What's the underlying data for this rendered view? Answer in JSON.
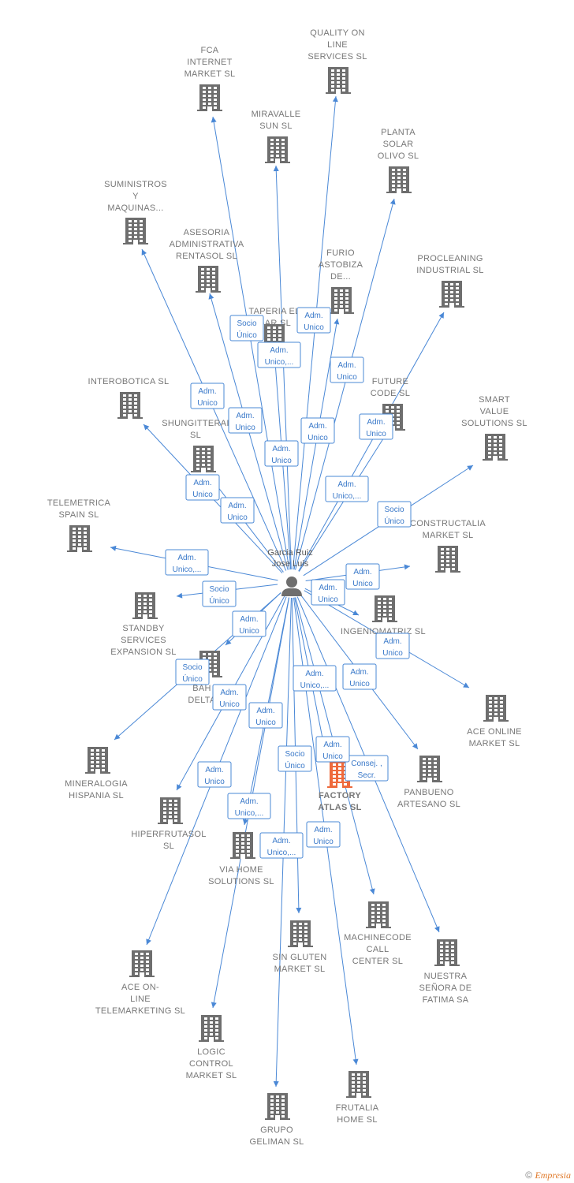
{
  "center": {
    "label_lines": [
      "Garcia Ruiz",
      "Jose Luis"
    ]
  },
  "nodes": [
    {
      "id": "fca",
      "lines": [
        "FCA",
        "INTERNET",
        "MARKET  SL"
      ]
    },
    {
      "id": "quality",
      "lines": [
        "QUALITY ON",
        "LINE",
        "SERVICES  SL"
      ]
    },
    {
      "id": "miravalle",
      "lines": [
        "MIRAVALLE",
        "SUN  SL"
      ]
    },
    {
      "id": "planta",
      "lines": [
        "PLANTA",
        "SOLAR",
        "OLIVO SL"
      ]
    },
    {
      "id": "suministros",
      "lines": [
        "SUMINISTROS",
        "Y",
        "MAQUINAS..."
      ]
    },
    {
      "id": "asesoria",
      "lines": [
        "ASESORIA",
        "ADMINISTRATIVA",
        "RENTASOL SL"
      ]
    },
    {
      "id": "furio",
      "lines": [
        "FURIO",
        "ASTOBIZA",
        "DE..."
      ]
    },
    {
      "id": "procleaning",
      "lines": [
        "PROCLEANING",
        "INDUSTRIAL SL"
      ]
    },
    {
      "id": "taperia",
      "lines": [
        "TAPERIA EL",
        "GAR SL"
      ]
    },
    {
      "id": "interobotica",
      "lines": [
        "INTEROBOTICA SL"
      ]
    },
    {
      "id": "future",
      "lines": [
        "FUTURE",
        "CODE  SL"
      ]
    },
    {
      "id": "smart",
      "lines": [
        "SMART",
        "VALUE",
        "SOLUTIONS SL"
      ]
    },
    {
      "id": "shungitterai",
      "lines": [
        "SHUNGITTERAI",
        "SL"
      ]
    },
    {
      "id": "telemetrica",
      "lines": [
        "TELEMETRICA",
        "SPAIN  SL"
      ]
    },
    {
      "id": "constructalia",
      "lines": [
        "CONSTRUCTALIA",
        "MARKET  SL"
      ]
    },
    {
      "id": "standby",
      "lines": [
        "STANDBY",
        "SERVICES",
        "EXPANSION SL"
      ]
    },
    {
      "id": "ingeniomatriz",
      "lines": [
        "INGENIOMATRIZ SL"
      ]
    },
    {
      "id": "bahia",
      "lines": [
        "BAH",
        "DELTA"
      ]
    },
    {
      "id": "aceonline",
      "lines": [
        "ACE ONLINE",
        "MARKET SL"
      ]
    },
    {
      "id": "mineralogia",
      "lines": [
        "MINERALOGIA",
        "HISPANIA  SL"
      ]
    },
    {
      "id": "panbueno",
      "lines": [
        "PANBUENO",
        "ARTESANO  SL"
      ]
    },
    {
      "id": "factory",
      "lines": [
        "FACTORY",
        "ATLAS  SL"
      ]
    },
    {
      "id": "hiperfrutasol",
      "lines": [
        "HIPERFRUTASOL",
        "SL"
      ]
    },
    {
      "id": "viahome",
      "lines": [
        "VIA HOME",
        "SOLUTIONS SL"
      ]
    },
    {
      "id": "machinecode",
      "lines": [
        "MACHINECODE",
        "CALL",
        "CENTER  SL"
      ]
    },
    {
      "id": "singluten",
      "lines": [
        "SIN GLUTEN",
        "MARKET  SL"
      ]
    },
    {
      "id": "nuestra",
      "lines": [
        "NUESTRA",
        "SEÑORA DE",
        "FATIMA SA"
      ]
    },
    {
      "id": "aceonline2",
      "lines": [
        "ACE ON-",
        "LINE",
        "TELEMARKETING SL"
      ]
    },
    {
      "id": "logic",
      "lines": [
        "LOGIC",
        "CONTROL",
        "MARKET  SL"
      ]
    },
    {
      "id": "frutalia",
      "lines": [
        "FRUTALIA",
        "HOME  SL"
      ]
    },
    {
      "id": "grupo",
      "lines": [
        "GRUPO",
        "GELIMAN  SL"
      ]
    }
  ],
  "relations": [
    {
      "id": "r1",
      "lines": [
        "Socio",
        "Único"
      ]
    },
    {
      "id": "r2",
      "lines": [
        "Adm.",
        "Unico"
      ]
    },
    {
      "id": "r3",
      "lines": [
        "Adm.",
        "Unico,..."
      ]
    },
    {
      "id": "r4",
      "lines": [
        "Adm.",
        "Unico"
      ]
    },
    {
      "id": "r5",
      "lines": [
        "Adm.",
        "Unico"
      ]
    },
    {
      "id": "r6",
      "lines": [
        "Adm.",
        "Unico"
      ]
    },
    {
      "id": "r7",
      "lines": [
        "Adm.",
        "Unico"
      ]
    },
    {
      "id": "r8",
      "lines": [
        "Adm.",
        "Unico"
      ]
    },
    {
      "id": "r9",
      "lines": [
        "Adm.",
        "Unico"
      ]
    },
    {
      "id": "r10",
      "lines": [
        "Adm.",
        "Unico"
      ]
    },
    {
      "id": "r11",
      "lines": [
        "Adm.",
        "Unico,..."
      ]
    },
    {
      "id": "r12",
      "lines": [
        "Adm.",
        "Unico"
      ]
    },
    {
      "id": "r13",
      "lines": [
        "Socio",
        "Único"
      ]
    },
    {
      "id": "r14",
      "lines": [
        "Adm.",
        "Unico,..."
      ]
    },
    {
      "id": "r15",
      "lines": [
        "Adm.",
        "Unico"
      ]
    },
    {
      "id": "r16",
      "lines": [
        "Socio",
        "Único"
      ]
    },
    {
      "id": "r17",
      "lines": [
        "Adm.",
        "Unico"
      ]
    },
    {
      "id": "r18",
      "lines": [
        "Adm.",
        "Unico"
      ]
    },
    {
      "id": "r19",
      "lines": [
        "Adm.",
        "Unico"
      ]
    },
    {
      "id": "r20",
      "lines": [
        "Socio",
        "Único"
      ]
    },
    {
      "id": "r21",
      "lines": [
        "Adm.",
        "Unico,..."
      ]
    },
    {
      "id": "r22",
      "lines": [
        "Adm.",
        "Unico"
      ]
    },
    {
      "id": "r23",
      "lines": [
        "Adm.",
        "Unico"
      ]
    },
    {
      "id": "r24",
      "lines": [
        "Adm.",
        "Unico"
      ]
    },
    {
      "id": "r25",
      "lines": [
        "Socio",
        "Único"
      ]
    },
    {
      "id": "r26",
      "lines": [
        "Adm.",
        "Unico"
      ]
    },
    {
      "id": "r27",
      "lines": [
        "Consej. ,",
        "Secr."
      ]
    },
    {
      "id": "r28",
      "lines": [
        "Adm.",
        "Unico"
      ]
    },
    {
      "id": "r29",
      "lines": [
        "Adm.",
        "Unico,..."
      ]
    },
    {
      "id": "r30",
      "lines": [
        "Adm.",
        "Unico,..."
      ]
    },
    {
      "id": "r31",
      "lines": [
        "Adm.",
        "Unico"
      ]
    }
  ],
  "footer": {
    "copyright": "©",
    "brand": "Empresia"
  },
  "colors": {
    "edge": "#4a88d6",
    "building": "#6e6e6e",
    "highlight": "#ee6a3c"
  }
}
